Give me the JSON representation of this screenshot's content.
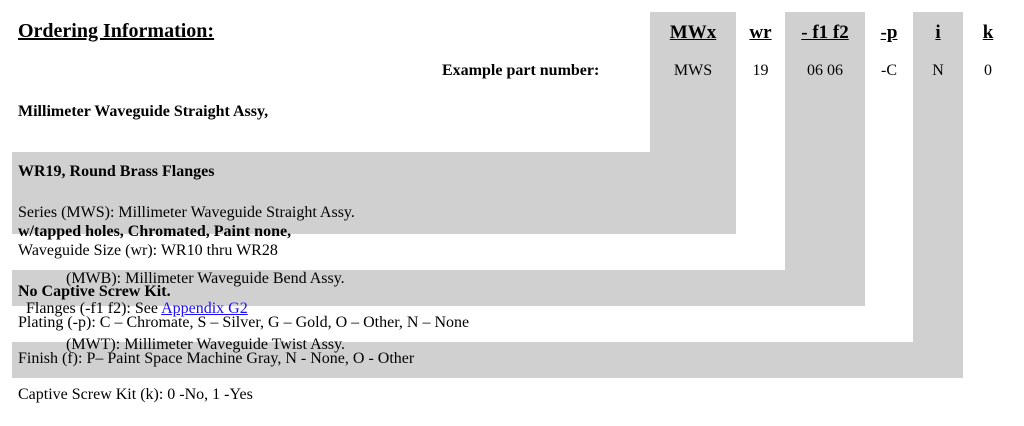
{
  "header": {
    "title": "Ordering Information:",
    "description_lines": [
      "Millimeter Waveguide Straight Assy,",
      "WR19, Round Brass Flanges",
      "w/tapped holes, Chromated, Paint none,",
      "No Captive Screw Kit."
    ],
    "example_label": "Example part number:"
  },
  "columns": [
    {
      "code": "MWx",
      "example": "MWS"
    },
    {
      "code": "wr",
      "example": "19"
    },
    {
      "code": "- f1 f2",
      "example": "06 06"
    },
    {
      "code": "-p",
      "example": "-C"
    },
    {
      "code": "i",
      "example": "N"
    },
    {
      "code": "k",
      "example": "0"
    }
  ],
  "rows": {
    "series": {
      "line1": "Series (MWS): Millimeter Waveguide Straight Assy.",
      "line2": "(MWB): Millimeter Waveguide Bend Assy.",
      "line3": "(MWT): Millimeter Waveguide Twist Assy."
    },
    "waveguide_size": "Waveguide Size (wr): WR10 thru WR28",
    "flanges": {
      "prefix": "Flanges (-f1 f2): See ",
      "link": "Appendix G2"
    },
    "plating": "Plating (-p): C – Chromate, S – Silver, G – Gold, O – Other, N – None",
    "finish": "Finish (f): P– Paint Space Machine Gray, N - None, O - Other",
    "captive_screw": "Captive Screw Kit (k): 0 -No, 1 -Yes"
  },
  "colors": {
    "shade": "#d0d0d0",
    "link": "#1a0dff"
  }
}
